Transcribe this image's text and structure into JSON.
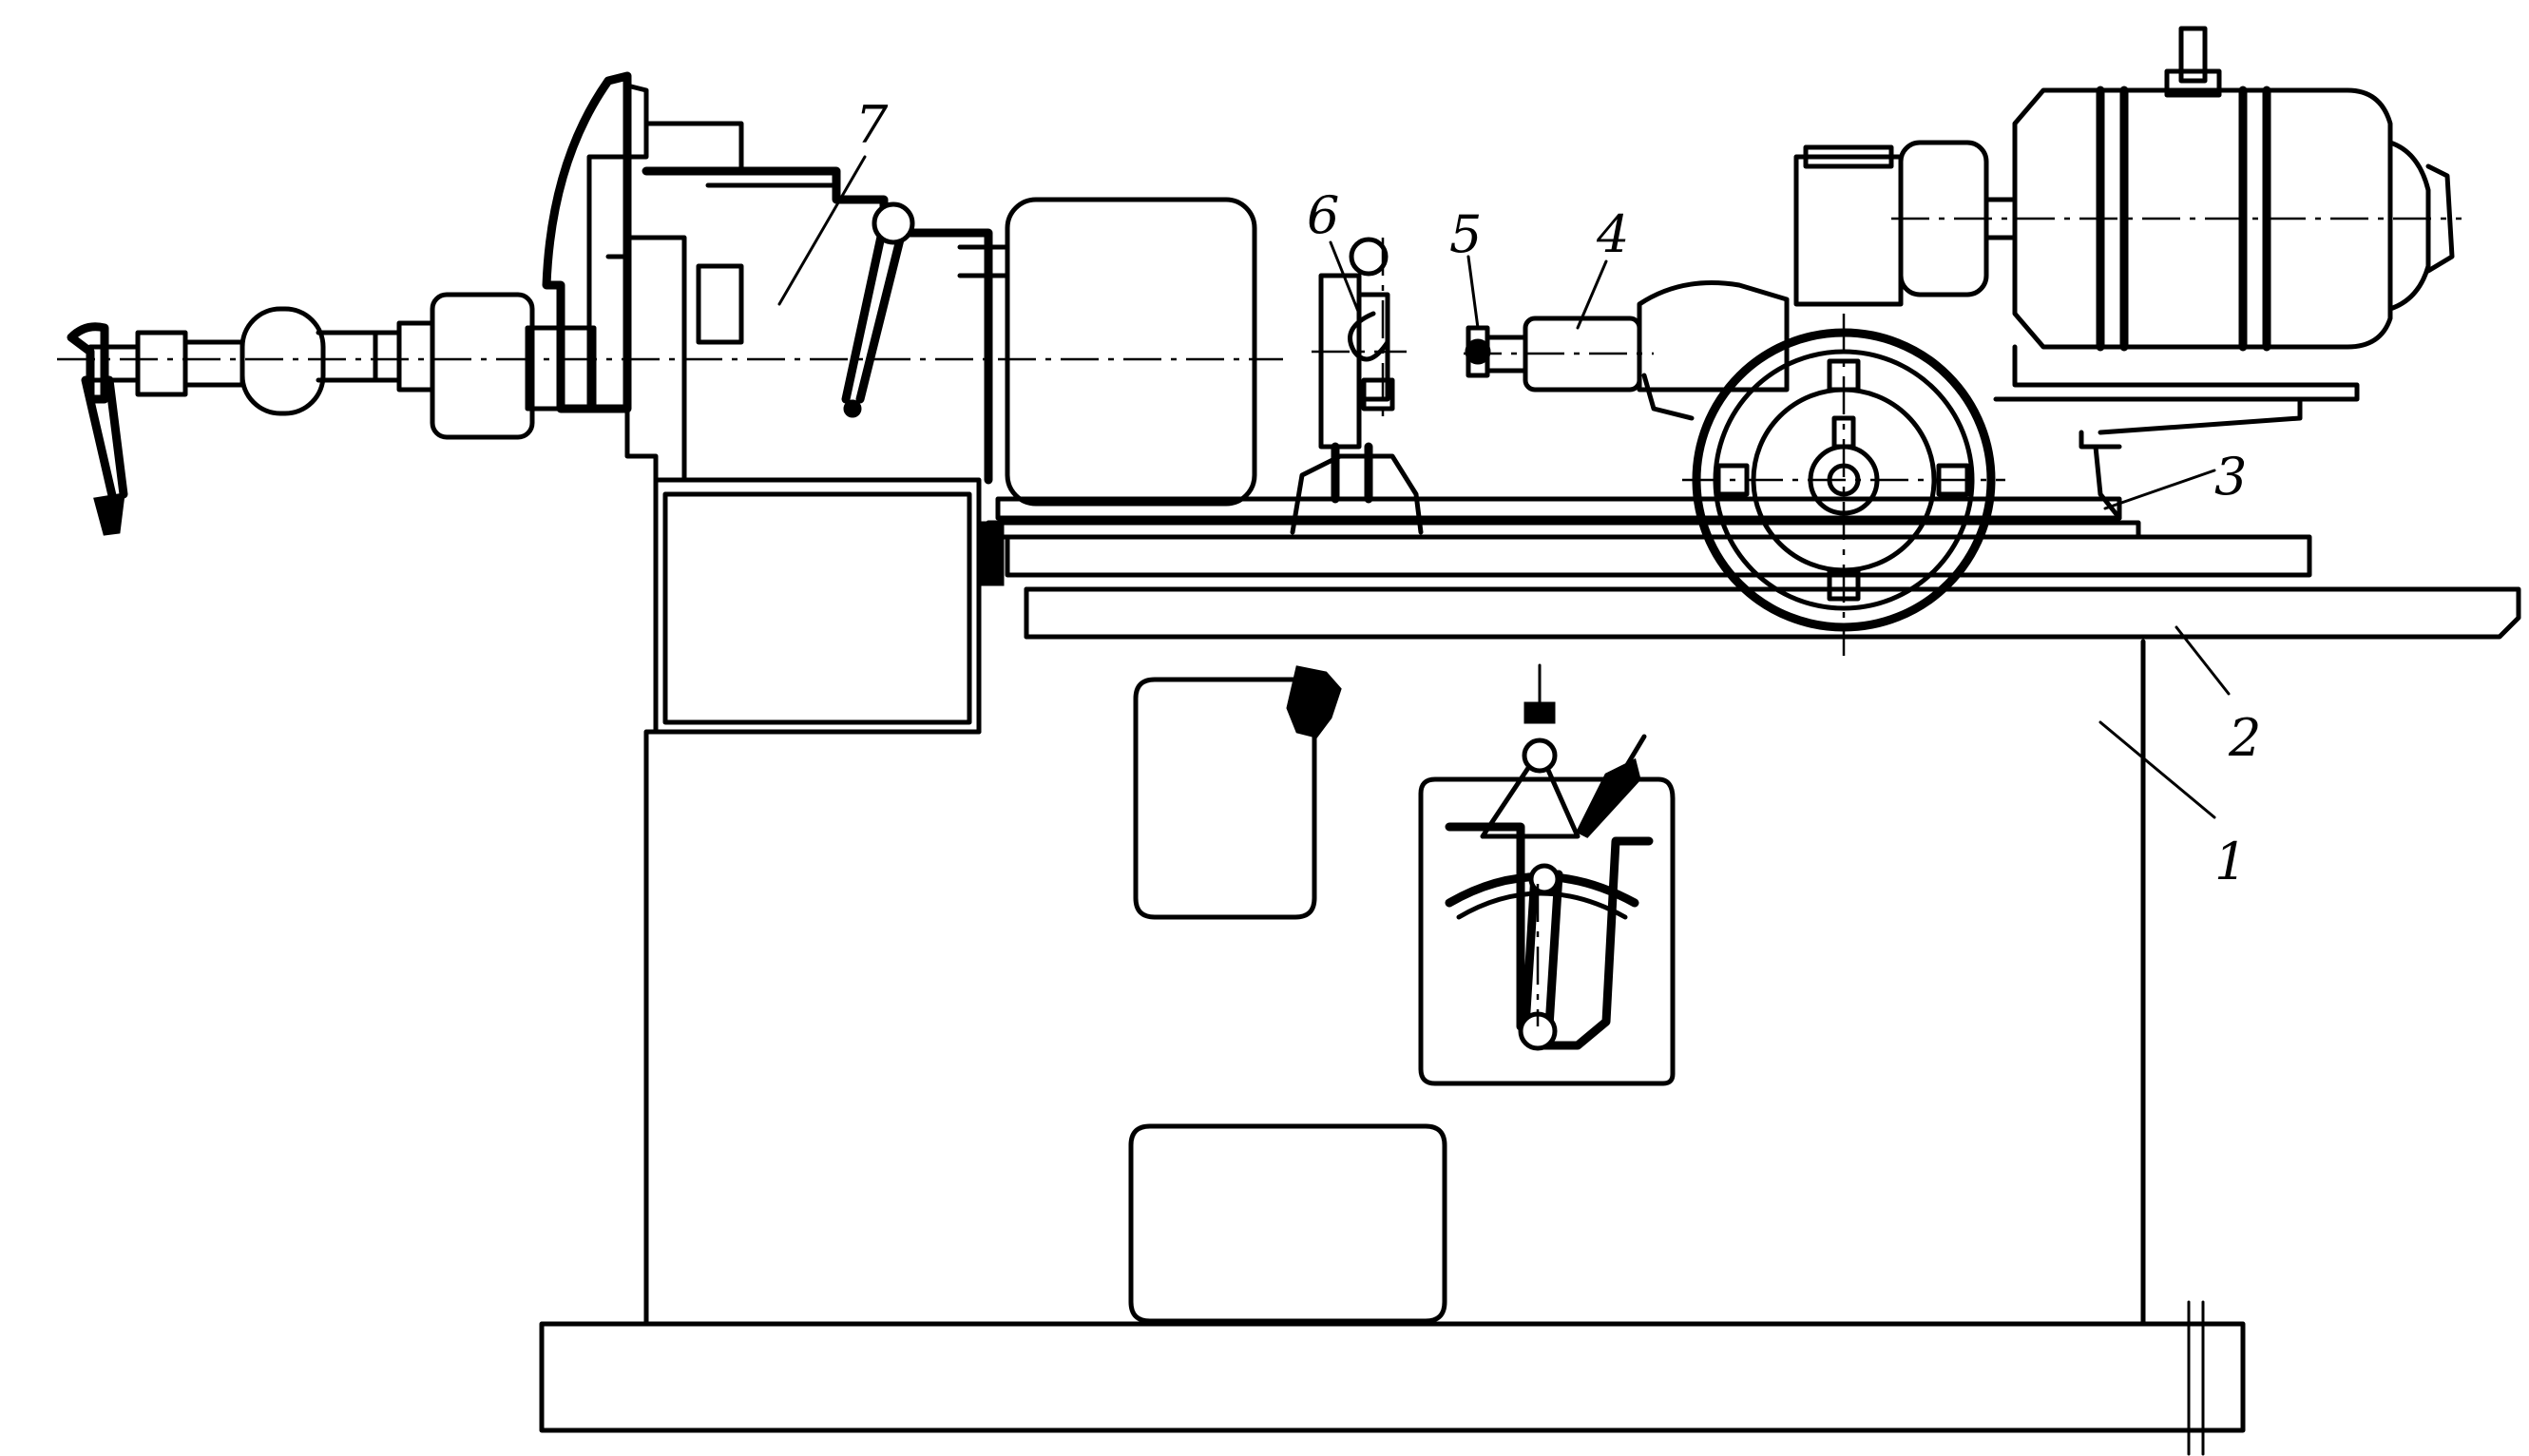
{
  "callouts": [
    {
      "id": "1",
      "text": "1"
    },
    {
      "id": "2",
      "text": "2"
    },
    {
      "id": "3",
      "text": "3"
    },
    {
      "id": "4",
      "text": "4"
    },
    {
      "id": "5",
      "text": "5"
    },
    {
      "id": "6",
      "text": "6"
    },
    {
      "id": "7",
      "text": "7"
    }
  ],
  "colors": {
    "ink": "#000000",
    "paper": "#ffffff"
  }
}
